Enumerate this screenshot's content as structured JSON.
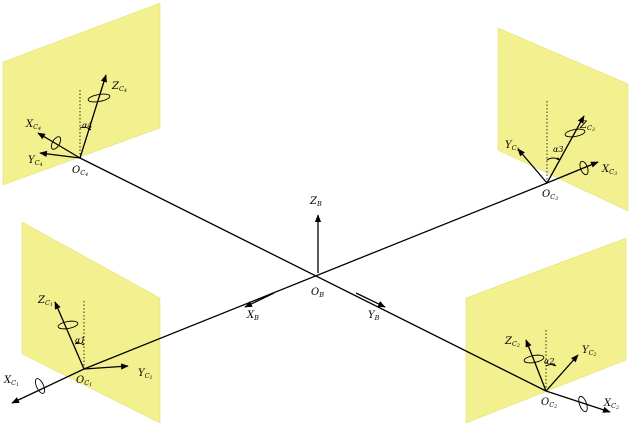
{
  "colors": {
    "panel": "#f3f08f",
    "line": "#000000",
    "background": "#ffffff"
  },
  "body": {
    "origin": {
      "main": "O",
      "sub": "B"
    },
    "x_axis": {
      "main": "X",
      "sub": "B"
    },
    "y_axis": {
      "main": "Y",
      "sub": "B"
    },
    "z_axis": {
      "main": "Z",
      "sub": "B"
    }
  },
  "cameras": [
    {
      "index": "1",
      "angle": "α1",
      "origin": {
        "main": "O",
        "sub": "C",
        "sub2": "1"
      },
      "x": {
        "main": "X",
        "sub": "C",
        "sub2": "1"
      },
      "y": {
        "main": "Y",
        "sub": "C",
        "sub2": "1"
      },
      "z": {
        "main": "Z",
        "sub": "C",
        "sub2": "1"
      }
    },
    {
      "index": "2",
      "angle": "α2",
      "origin": {
        "main": "O",
        "sub": "C",
        "sub2": "2"
      },
      "x": {
        "main": "X",
        "sub": "C",
        "sub2": "2"
      },
      "y": {
        "main": "Y",
        "sub": "C",
        "sub2": "2"
      },
      "z": {
        "main": "Z",
        "sub": "C",
        "sub2": "2"
      }
    },
    {
      "index": "3",
      "angle": "α3",
      "origin": {
        "main": "O",
        "sub": "C",
        "sub2": "3"
      },
      "x": {
        "main": "X",
        "sub": "C",
        "sub2": "3"
      },
      "y": {
        "main": "Y",
        "sub": "C",
        "sub2": "3"
      },
      "z": {
        "main": "Z",
        "sub": "C",
        "sub2": "3"
      }
    },
    {
      "index": "4",
      "angle": "α4",
      "origin": {
        "main": "O",
        "sub": "C",
        "sub2": "4"
      },
      "x": {
        "main": "X",
        "sub": "C",
        "sub2": "4"
      },
      "y": {
        "main": "Y",
        "sub": "C",
        "sub2": "4"
      },
      "z": {
        "main": "Z",
        "sub": "C",
        "sub2": "4"
      }
    }
  ]
}
